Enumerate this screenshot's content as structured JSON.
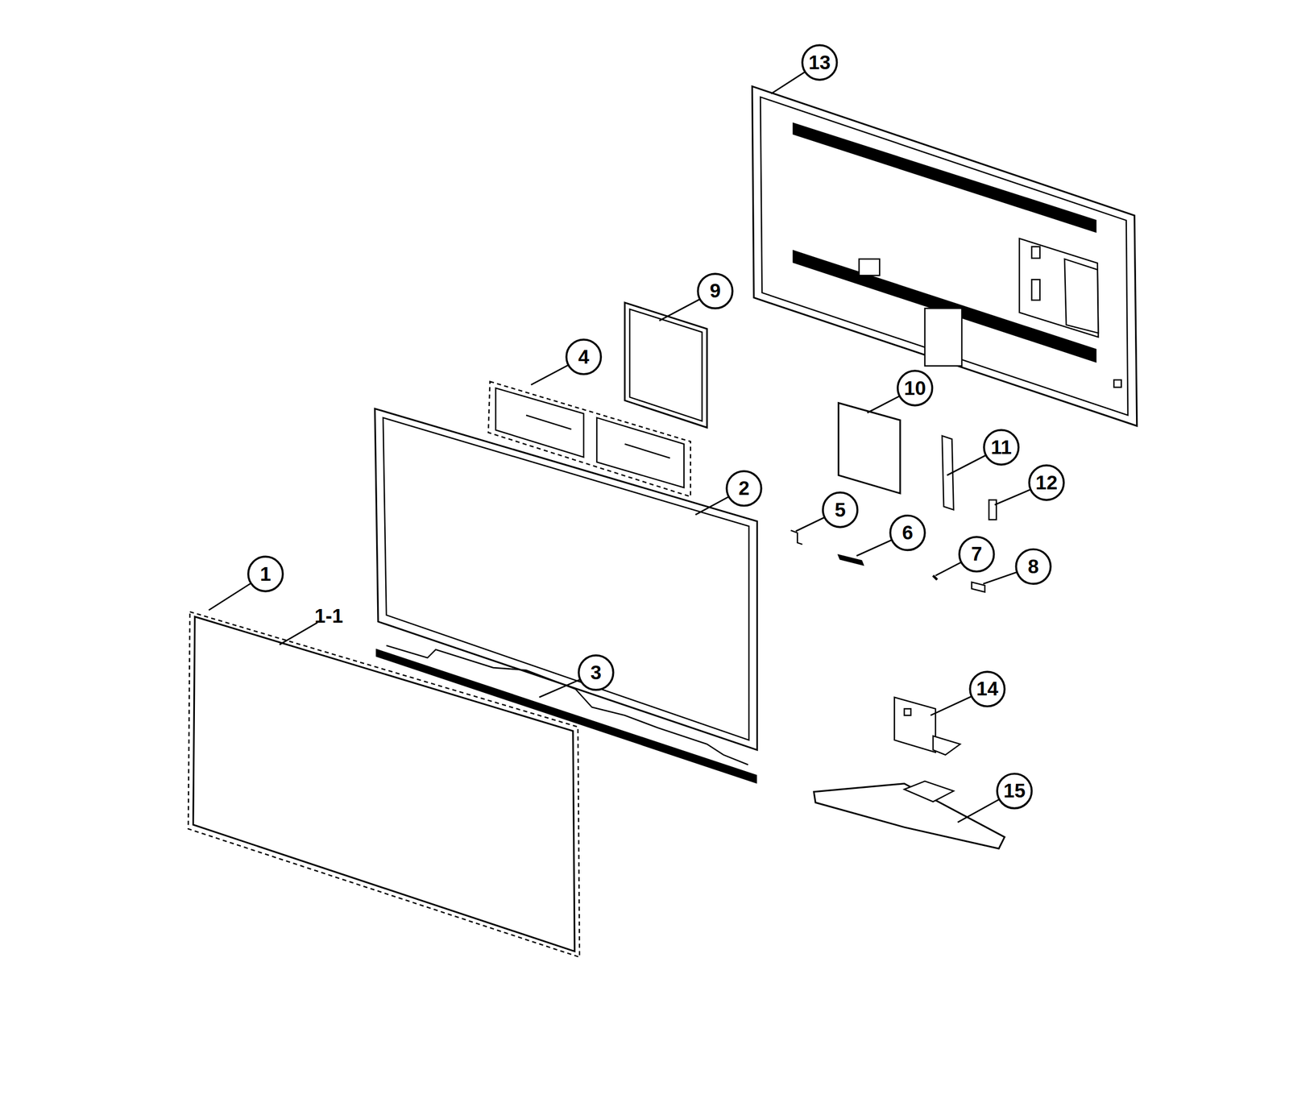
{
  "diagram": {
    "labels": [
      "13",
      "9",
      "4",
      "10",
      "11",
      "2",
      "12",
      "5",
      "6",
      "7",
      "8",
      "1",
      "1-1",
      "3",
      "14",
      "15"
    ]
  }
}
